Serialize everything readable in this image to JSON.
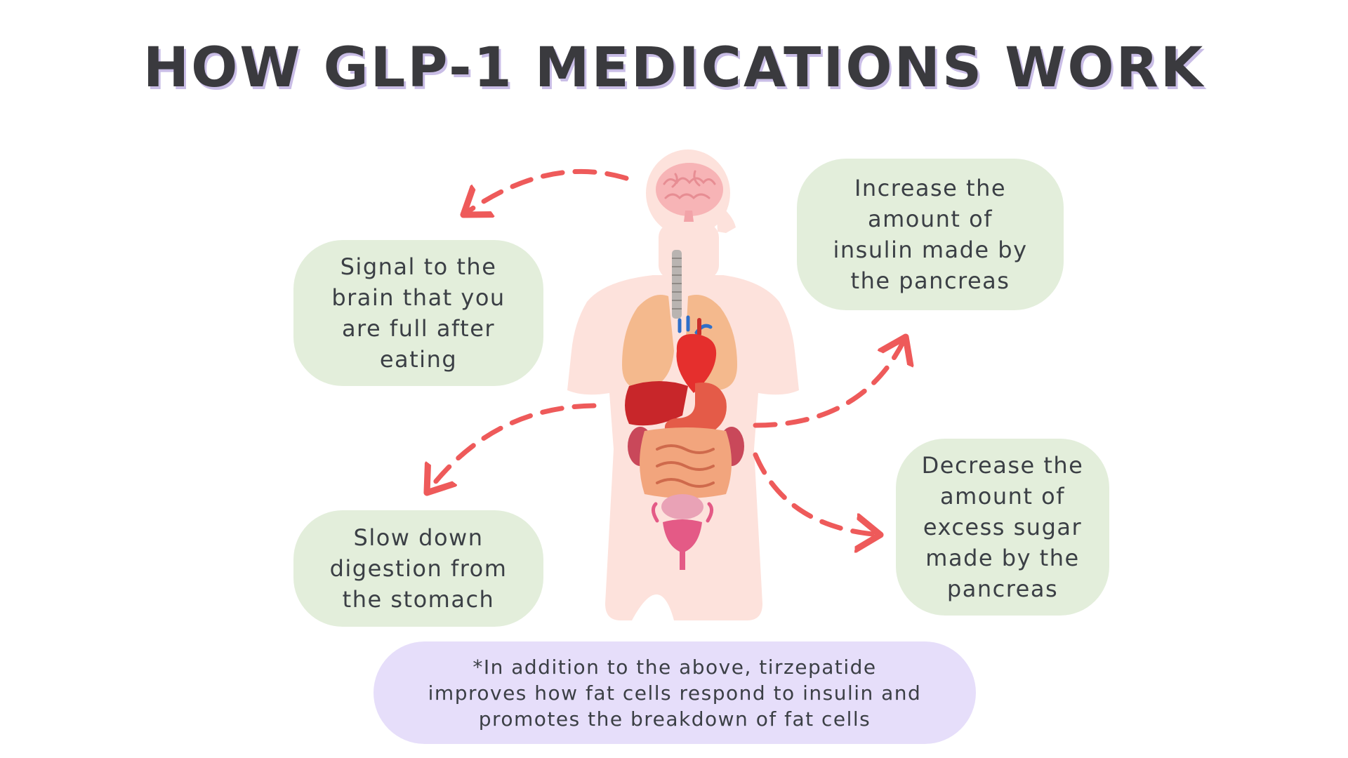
{
  "title": "HOW GLP-1 MEDICATIONS WORK",
  "boxes": {
    "brain": "Signal to the brain that you are full after eating",
    "insulin": "Increase the amount of insulin made by the pancreas",
    "stomach": "Slow down digestion from the stomach",
    "sugar": "Decrease the amount of excess sugar made by the pancreas"
  },
  "note": "*In addition to the above, tirzepatide improves how fat cells respond to insulin and promotes the breakdown of fat cells",
  "colors": {
    "title": "#3a3a3e",
    "title_shadow": "#c9bde6",
    "green_box": "#e3eedb",
    "purple_box": "#e6defa",
    "arrow": "#ee5a5a",
    "body": "#fde2dc"
  },
  "illustration": {
    "figure": "human-body-with-organs",
    "organs": [
      "brain",
      "trachea",
      "lungs",
      "heart",
      "liver",
      "stomach",
      "kidneys",
      "intestines",
      "bladder",
      "uterus"
    ]
  }
}
